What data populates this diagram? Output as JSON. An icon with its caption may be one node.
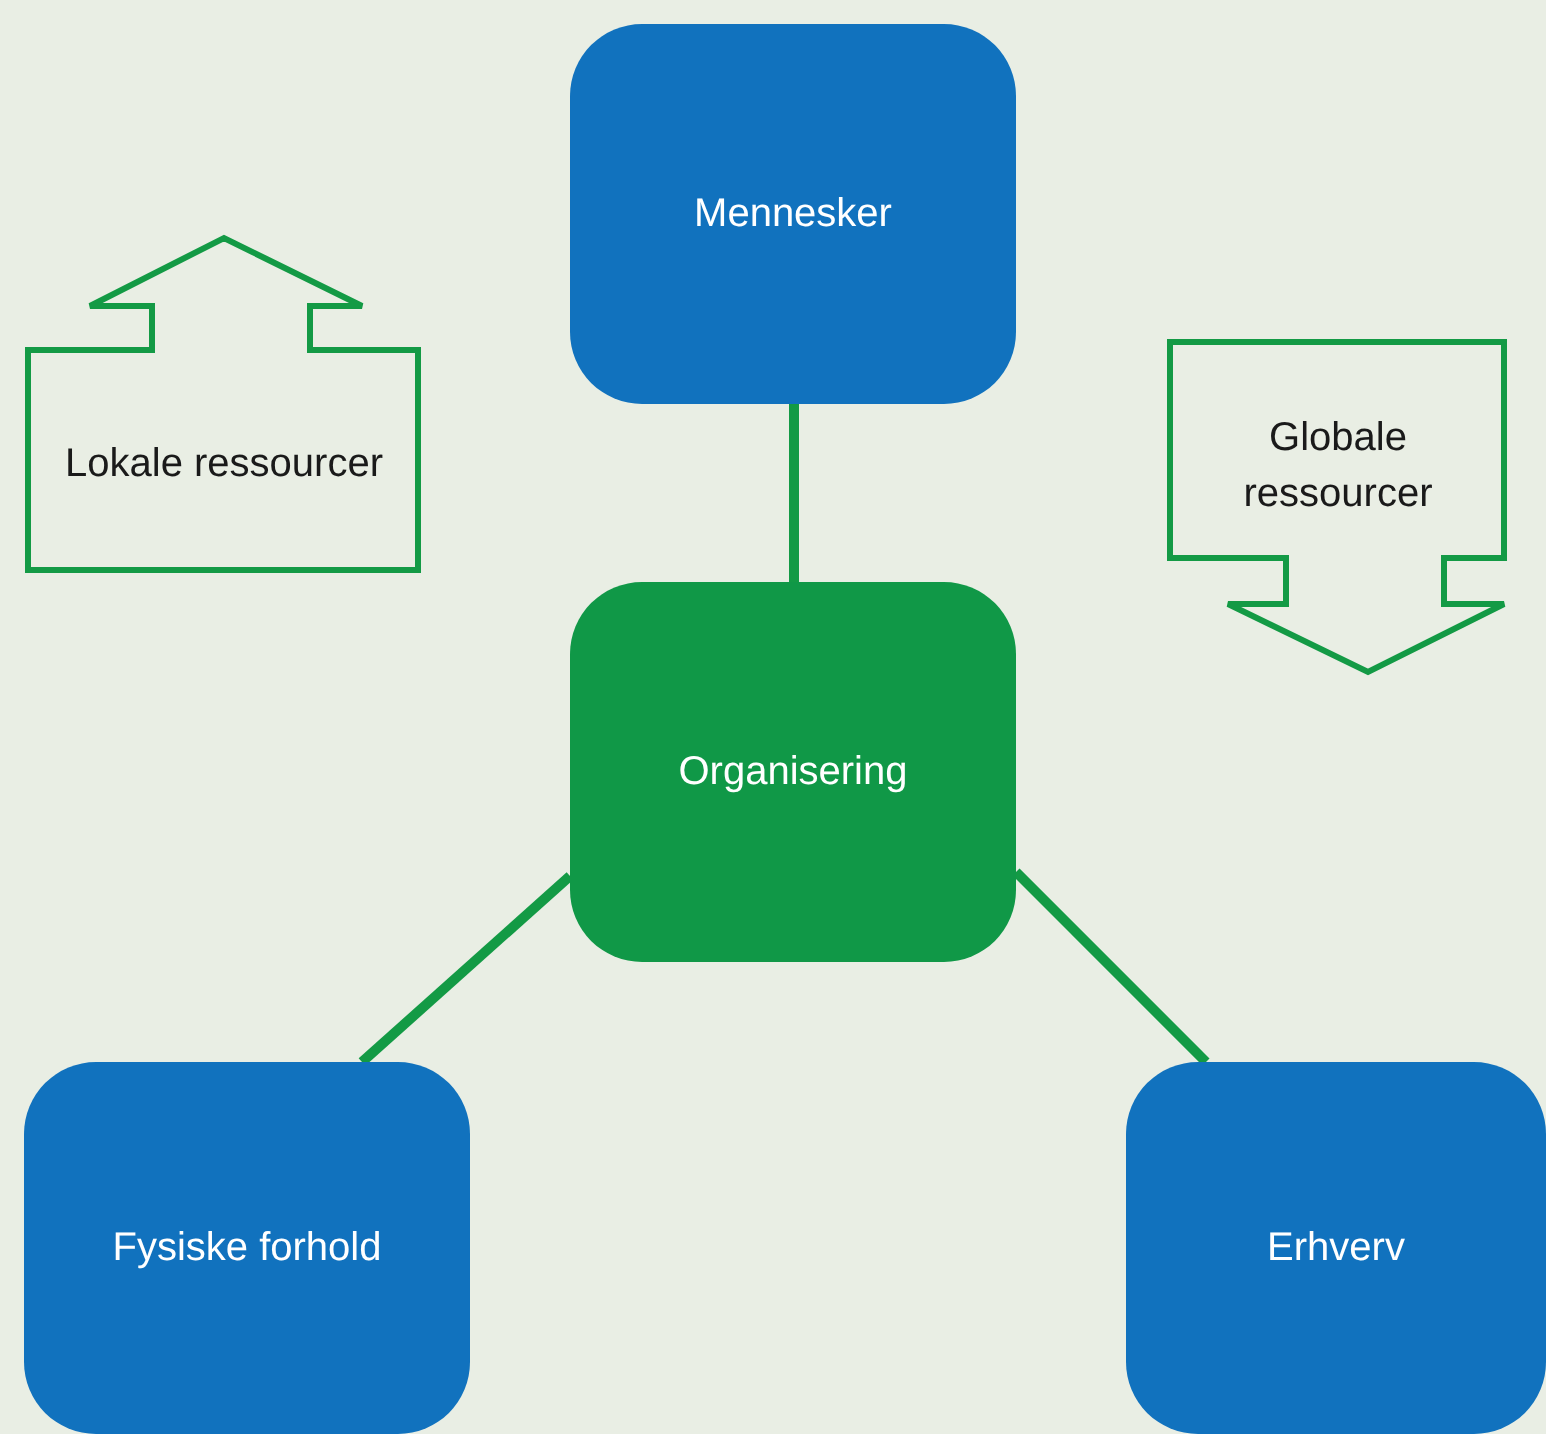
{
  "diagram": {
    "nodes": [
      {
        "text": [
          "Mennesker"
        ]
      },
      {
        "text": [
          "Lokale ressourcer"
        ]
      },
      {
        "text": [
          "Globale ressourcer"
        ]
      },
      {
        "text": [
          "Organisering"
        ]
      },
      {
        "text": [
          "Fysiske forhold"
        ]
      },
      {
        "text": [
          "Erhverv"
        ]
      }
    ],
    "edges": [
      {
        "from": 0,
        "to": 3,
        "arrow": "none"
      },
      {
        "from": 3,
        "to": 4,
        "arrow": "none"
      },
      {
        "from": 3,
        "to": 5,
        "arrow": "none"
      }
    ]
  }
}
